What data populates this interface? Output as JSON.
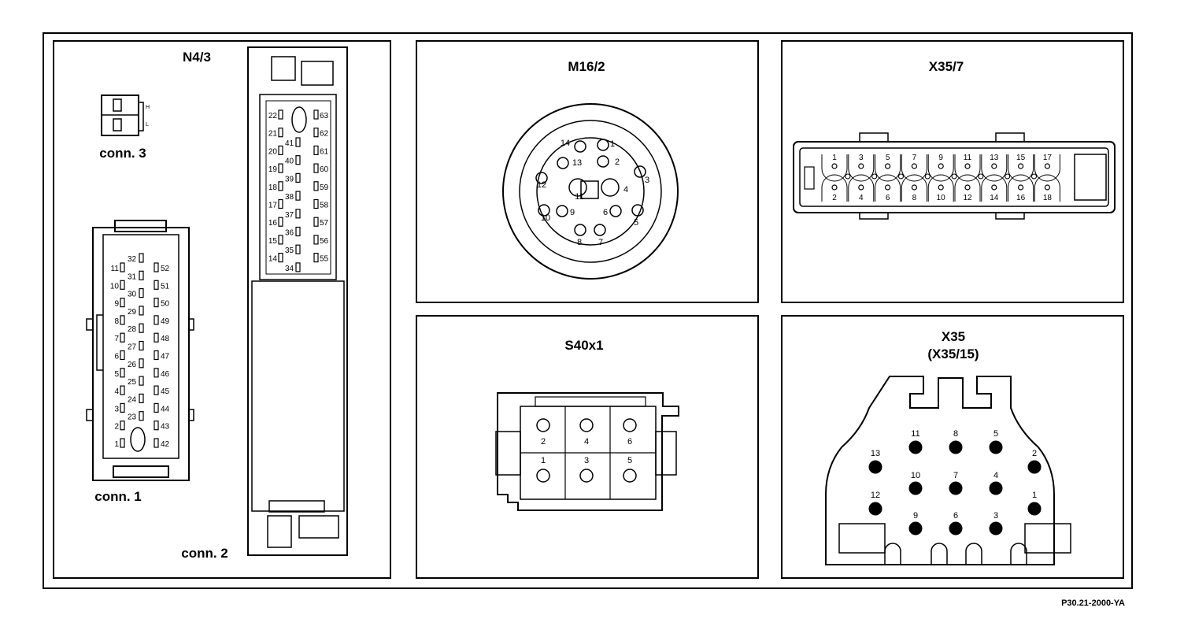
{
  "panels": {
    "n4_3": {
      "title": "N4/3",
      "conn3_label": "conn. 3",
      "conn3_switch": [
        "H",
        "L"
      ],
      "conn1_label": "conn. 1",
      "conn2_label": "conn. 2",
      "conn1_left_pins": [
        "11",
        "10",
        "9",
        "8",
        "7",
        "6",
        "5",
        "4",
        "3",
        "2",
        "1"
      ],
      "conn1_mid_pins": [
        "32",
        "31",
        "30",
        "29",
        "28",
        "27",
        "26",
        "25",
        "24",
        "23"
      ],
      "conn1_right_pins": [
        "52",
        "51",
        "50",
        "49",
        "48",
        "47",
        "46",
        "45",
        "44",
        "43",
        "42"
      ],
      "conn2_left_pins": [
        "22",
        "21",
        "20",
        "19",
        "18",
        "17",
        "16",
        "15",
        "14"
      ],
      "conn2_mid_pins": [
        "41",
        "40",
        "39",
        "38",
        "37",
        "36",
        "35",
        "34"
      ],
      "conn2_right_pins": [
        "63",
        "62",
        "61",
        "60",
        "59",
        "58",
        "57",
        "56",
        "55"
      ]
    },
    "m16_2": {
      "title": "M16/2",
      "pins": [
        "1",
        "2",
        "3",
        "4",
        "5",
        "6",
        "7",
        "8",
        "9",
        "10",
        "11",
        "12",
        "13",
        "14"
      ]
    },
    "x35_7": {
      "title": "X35/7",
      "top_pins": [
        "1",
        "3",
        "5",
        "7",
        "9",
        "11",
        "13",
        "15",
        "17"
      ],
      "bottom_pins": [
        "2",
        "4",
        "6",
        "8",
        "10",
        "12",
        "14",
        "16",
        "18"
      ]
    },
    "s40x1": {
      "title": "S40x1",
      "top_pins": [
        "2",
        "4",
        "6"
      ],
      "bottom_pins": [
        "1",
        "3",
        "5"
      ]
    },
    "x35": {
      "title": "X35",
      "subtitle": "(X35/15)",
      "pins": [
        "1",
        "2",
        "3",
        "4",
        "5",
        "6",
        "7",
        "8",
        "9",
        "10",
        "11",
        "12",
        "13"
      ]
    }
  },
  "footer": {
    "reference": "P30.21-2000-YA"
  }
}
